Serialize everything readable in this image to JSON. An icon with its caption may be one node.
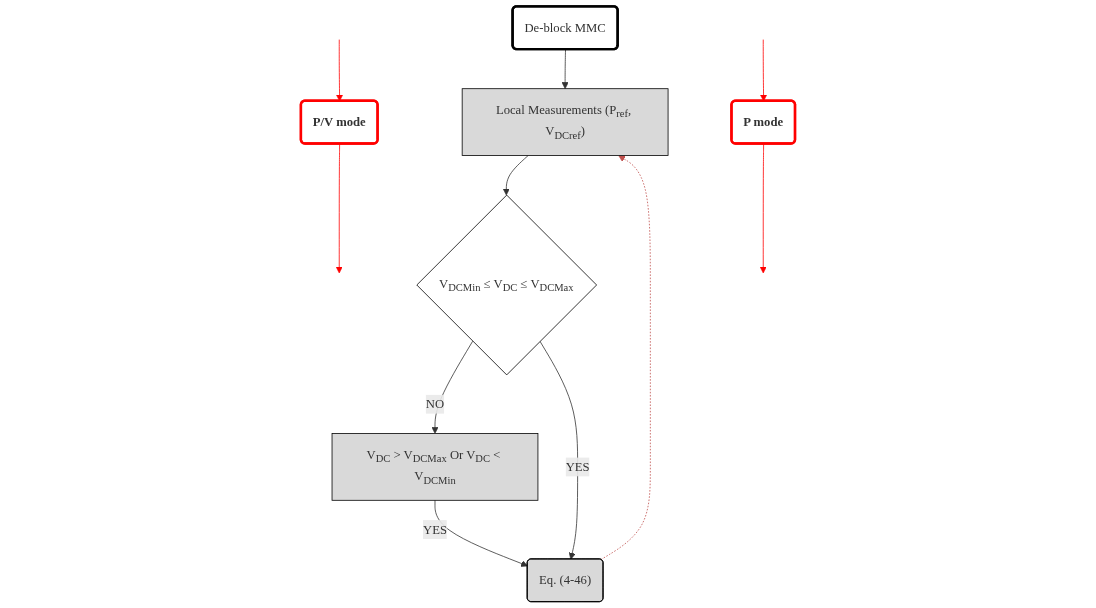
{
  "diagram": {
    "nodes": [
      {
        "text": [
          "De-block MMC"
        ]
      },
      {
        "text": [
          "Local Measurements (P$_{ref}$, V$_{DC}$$_{ref}$)"
        ]
      },
      {
        "text": [
          "V$_{DC}$$_{Min}$ ≤ V$_{DC}$ ≤ V$_{DC}$$_{Max}$"
        ]
      },
      {
        "text": [
          "V$_{DC}$ > V$_{DC}$$_{Max}$ Or V$_{DC}$ < V$_{DC}$$_{Min}$"
        ]
      },
      {
        "text": [
          "Eq. (4-46)"
        ]
      },
      {
        "text": [
          "P/V mode"
        ]
      },
      {
        "text": [
          "P mode"
        ]
      }
    ],
    "edges": [
      {
        "from": 0,
        "to": 1,
        "arrow": "to"
      },
      {
        "from": 1,
        "to": 2,
        "arrow": "to"
      },
      {
        "from": 2,
        "to": 3,
        "arrow": "to",
        "label": "NO"
      },
      {
        "from": 2,
        "to": 4,
        "arrow": "to",
        "label": "YES"
      },
      {
        "from": 3,
        "to": 4,
        "arrow": "to",
        "label": "YES"
      },
      {
        "from": 4,
        "to": 1,
        "arrow": "to",
        "style": "dashed",
        "color": "#c0504d"
      },
      {
        "from": null,
        "to": 5,
        "arrow": "to",
        "color": "#ff0000"
      },
      {
        "from": 5,
        "to": null,
        "arrow": "to",
        "color": "#ff0000"
      },
      {
        "from": null,
        "to": 6,
        "arrow": "to",
        "color": "#ff0000"
      },
      {
        "from": 6,
        "to": null,
        "arrow": "to",
        "color": "#ff0000"
      }
    ]
  }
}
